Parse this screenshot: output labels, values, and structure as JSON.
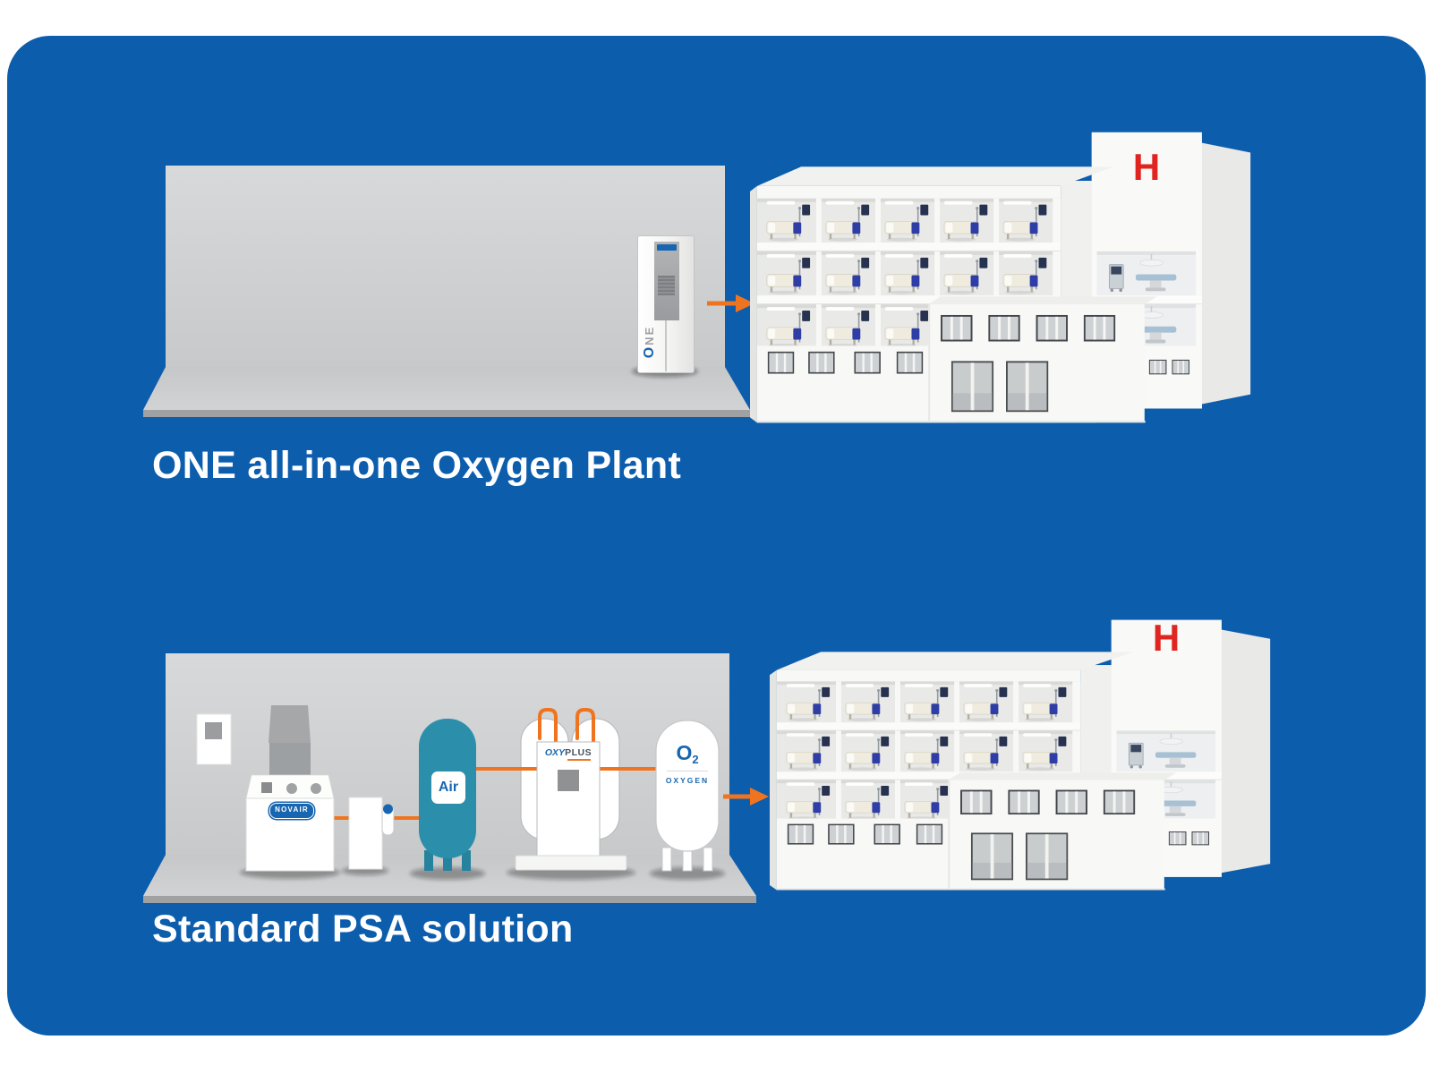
{
  "sections": {
    "one": {
      "caption": "ONE all-in-one Oxygen Plant"
    },
    "psa": {
      "caption": "Standard PSA solution"
    }
  },
  "hospital": {
    "sign": "H"
  },
  "one_machine": {
    "label_o": "O",
    "label_ne": "NE"
  },
  "psa_equipment": {
    "compressor_brand": "NOVAIR",
    "air_tank_label": "Air",
    "generator_brand_oxy": "OXY",
    "generator_brand_plus": "PLUS",
    "o2_symbol": "O",
    "o2_subscript": "2",
    "o2_word": "OXYGEN"
  },
  "colors": {
    "panel_blue": "#0d5dad",
    "accent_orange": "#f0741f",
    "brand_blue": "#1766b1",
    "air_tank_teal": "#2b8fac",
    "hospital_sign_red": "#e02521",
    "platform_gray": "#cbcdce"
  }
}
